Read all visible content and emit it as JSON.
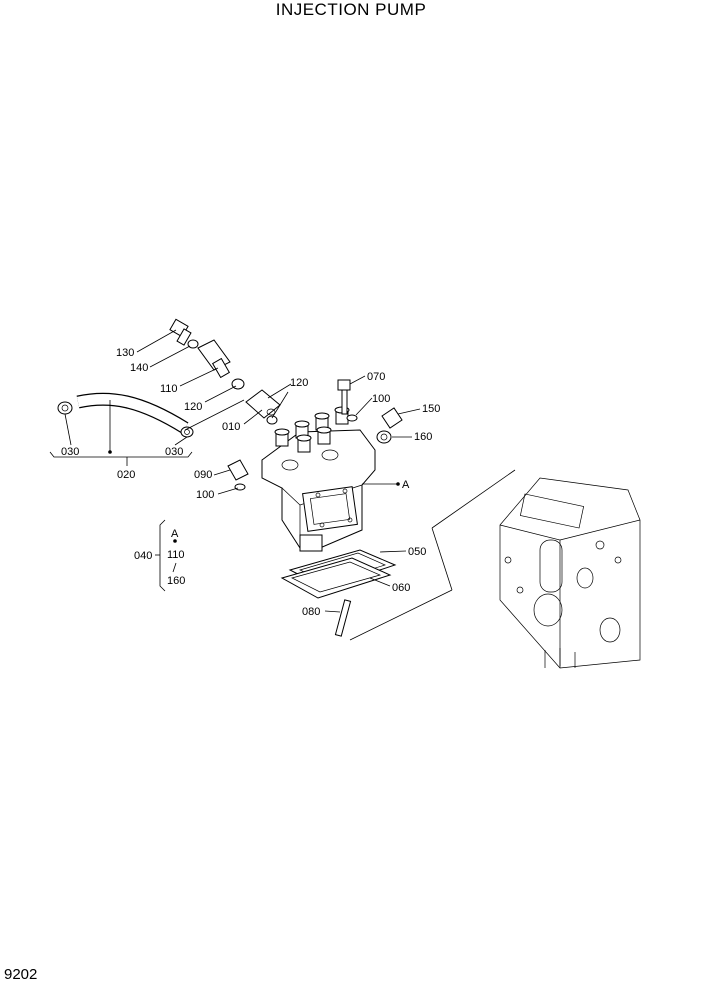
{
  "title": "INJECTION PUMP",
  "page_number": "9202",
  "callouts": {
    "c130": "130",
    "c140": "140",
    "c110": "110",
    "c120a": "120",
    "c120b": "120",
    "c010": "010",
    "c070": "070",
    "c100a": "100",
    "c150": "150",
    "c160": "160",
    "c030a": "030",
    "c030b": "030",
    "c020": "020",
    "c090": "090",
    "c100b": "100",
    "cA": "A",
    "c050": "050",
    "c060": "060",
    "c080": "080"
  },
  "group_040": {
    "label": "040",
    "ref": "A",
    "item1": "110",
    "item2": "160"
  }
}
